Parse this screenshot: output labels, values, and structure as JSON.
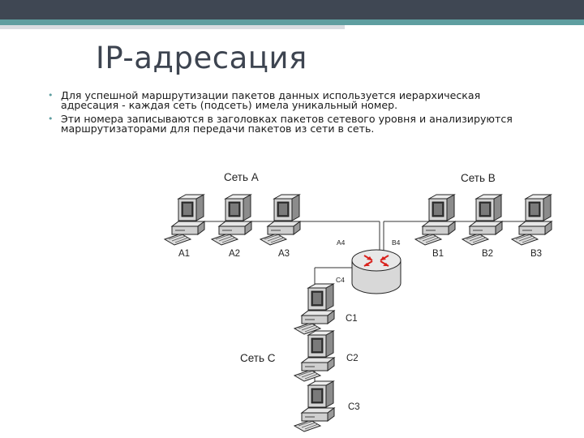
{
  "slide": {
    "title": "IP-адресация",
    "bullets": [
      "Для успешной маршрутизации пакетов данных используется иерархическая адресация - каждая сеть (подсеть) имела уникальный номер.",
      "Эти номера записываются в заголовках пакетов сетевого уровня и анализируются маршрутизаторами для передачи пакетов из сети в сеть."
    ]
  },
  "diagram": {
    "networks": {
      "a": "Сеть А",
      "b": "Сеть В",
      "c": "Сеть С"
    },
    "hosts": {
      "a1": "А1",
      "a2": "А2",
      "a3": "А3",
      "b1": "В1",
      "b2": "В2",
      "b3": "В3",
      "c1": "С1",
      "c2": "С2",
      "c3": "С3"
    },
    "router_ports": {
      "a4": "А4",
      "b4": "В4",
      "c4": "С4"
    }
  },
  "colors": {
    "top_bar": "#3f4753",
    "accent": "#5f9ea0",
    "router_arrows": "#d9211c"
  }
}
